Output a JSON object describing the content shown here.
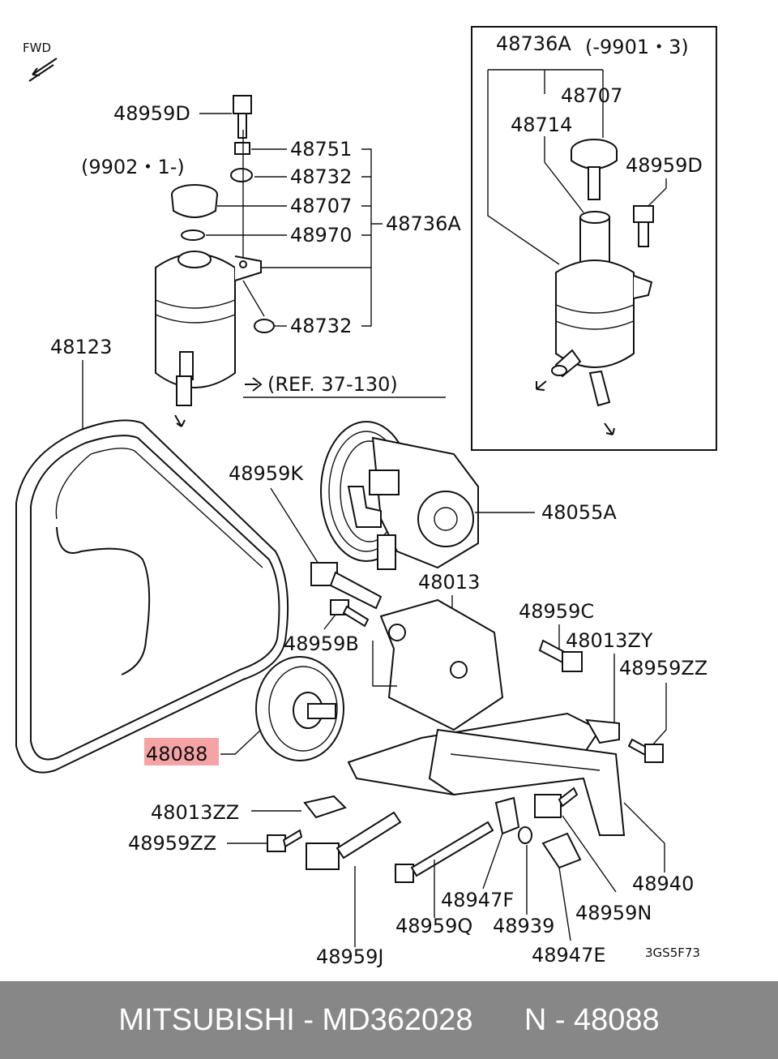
{
  "diagram": {
    "fwd": "FWD",
    "ref": "(REF. 37-130)",
    "variant_right": "(-9901・3)",
    "variant_left": "(9902・1-)",
    "code": "3GS5F73",
    "highlight_color": "#f6a3a6",
    "labels": {
      "p48959D_l": "48959D",
      "p48751": "48751",
      "p48732_t": "48732",
      "p48707_l": "48707",
      "p48970": "48970",
      "p48732_b": "48732",
      "p48736A_l": "48736A",
      "p48736A_r": "48736A",
      "p48707_r": "48707",
      "p48714": "48714",
      "p48959D_r": "48959D",
      "p48123": "48123",
      "p48959K": "48959K",
      "p48055A": "48055A",
      "p48013": "48013",
      "p48959C": "48959C",
      "p48013ZY": "48013ZY",
      "p48959B": "48959B",
      "p48959ZZ_r": "48959ZZ",
      "p48088": "48088",
      "p48013ZZ": "48013ZZ",
      "p48959ZZ_l": "48959ZZ",
      "p48940": "48940",
      "p48947F": "48947F",
      "p48959N": "48959N",
      "p48959Q": "48959Q",
      "p48939": "48939",
      "p48959J": "48959J",
      "p48947E": "48947E"
    }
  },
  "footer": {
    "brand": "MITSUBISHI",
    "part_number": "MD362028",
    "ref_no": "N - 48088",
    "separator": " - "
  }
}
